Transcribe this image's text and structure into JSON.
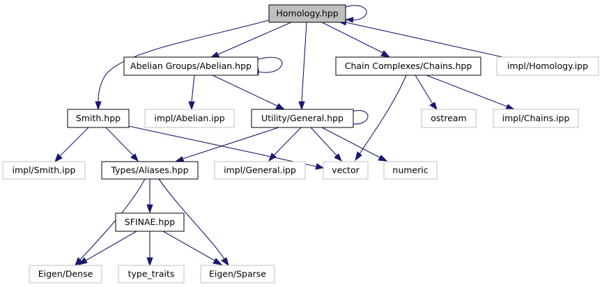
{
  "colors": {
    "edge": "#191970",
    "current_fill": "#bfbfbf",
    "local_border": "#000000",
    "external_border": "#bfbfbf",
    "external_text": "#3f3f3f"
  },
  "nodes": {
    "homology_hpp": "Homology.hpp",
    "abelian_hpp": "Abelian Groups/Abelian.hpp",
    "chains_hpp": "Chain Complexes/Chains.hpp",
    "impl_homology_ipp": "impl/Homology.ipp",
    "smith_hpp": "Smith.hpp",
    "impl_abelian_ipp": "impl/Abelian.ipp",
    "general_hpp": "Utility/General.hpp",
    "ostream": "ostream",
    "impl_chains_ipp": "impl/Chains.ipp",
    "impl_smith_ipp": "impl/Smith.ipp",
    "aliases_hpp": "Types/Aliases.hpp",
    "impl_general_ipp": "impl/General.ipp",
    "vector": "vector",
    "numeric": "numeric",
    "sfinae_hpp": "SFINAE.hpp",
    "eigen_dense": "Eigen/Dense",
    "type_traits": "type_traits",
    "eigen_sparse": "Eigen/Sparse"
  }
}
